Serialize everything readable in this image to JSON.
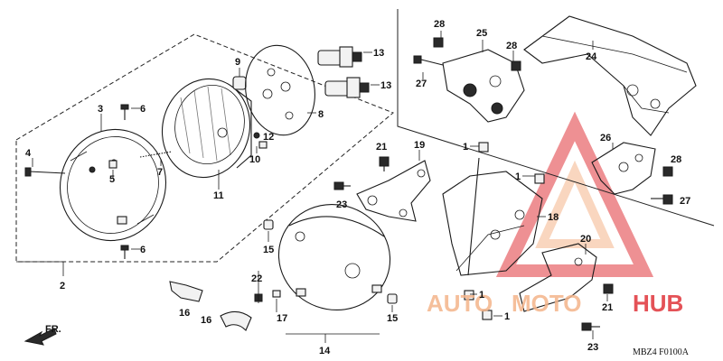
{
  "diagram": {
    "diagram_code": "MBZ4 F0100A",
    "direction_label": "FR.",
    "watermark": {
      "brand_part1": "AUTO",
      "brand_part2": "MOTO",
      "brand_part3": "HUB",
      "color_primary": "#e0343a",
      "color_secondary": "#f4b48a"
    },
    "callouts": {
      "c1a": "1",
      "c1b": "1",
      "c1c": "1",
      "c1d": "1",
      "c2": "2",
      "c3": "3",
      "c4": "4",
      "c5": "5",
      "c6a": "6",
      "c6b": "6",
      "c7": "7",
      "c8": "8",
      "c9": "9",
      "c10": "10",
      "c11": "11",
      "c12": "12",
      "c13a": "13",
      "c13b": "13",
      "c14": "14",
      "c15a": "15",
      "c15b": "15",
      "c16a": "16",
      "c16b": "16",
      "c17": "17",
      "c18": "18",
      "c19": "19",
      "c20": "20",
      "c21a": "21",
      "c21b": "21",
      "c22": "22",
      "c23a": "23",
      "c23b": "23",
      "c24": "24",
      "c25": "25",
      "c26": "26",
      "c27a": "27",
      "c27b": "27",
      "c28a": "28",
      "c28b": "28",
      "c28c": "28"
    }
  }
}
